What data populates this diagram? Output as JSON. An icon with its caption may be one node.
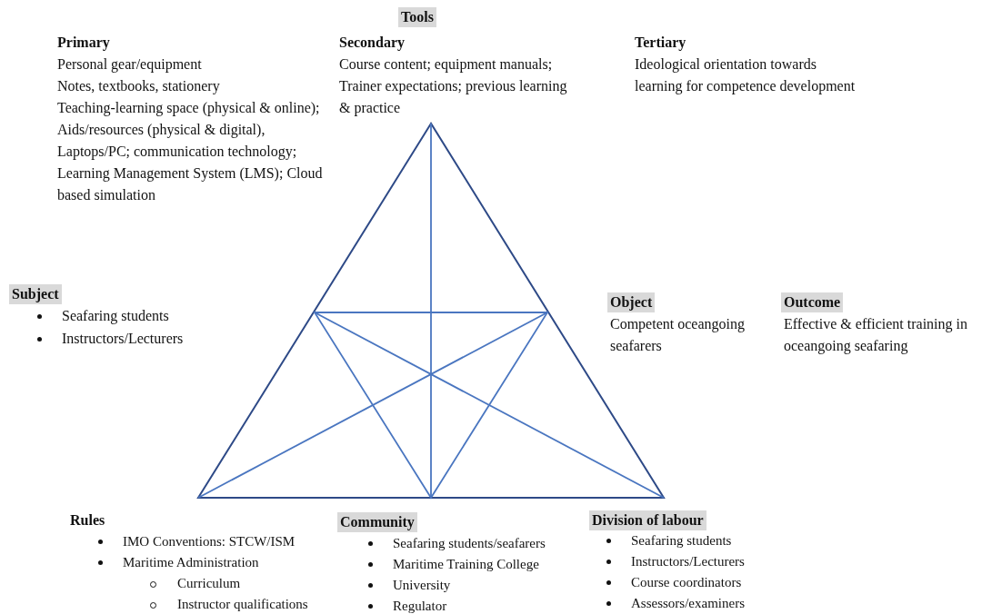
{
  "diagram": {
    "nodes": [
      {
        "text": [
          "Tools"
        ]
      },
      {
        "text": [
          "Subject"
        ],
        "beside": [
          "Seafaring students",
          "Instructors/Lecturers"
        ]
      },
      {
        "text": [
          "Object"
        ],
        "beside": [
          "Competent oceangoing seafarers"
        ]
      },
      {
        "text": [
          "Outcome"
        ],
        "beside": [
          "Effective & efficient training in oceangoing seafaring"
        ]
      },
      {
        "text": [
          "Rules"
        ],
        "beside": [
          "IMO Conventions: STCW/ISM",
          "Maritime Administration",
          "Curriculum",
          "Instructor qualifications"
        ]
      },
      {
        "text": [
          "Community"
        ],
        "beside": [
          "Seafaring students/seafarers",
          "Maritime Training College",
          "University",
          "Regulator"
        ]
      },
      {
        "text": [
          "Division of labour"
        ],
        "beside": [
          "Seafaring students",
          "Instructors/Lecturers",
          "Course coordinators",
          "Assessors/examiners"
        ]
      }
    ],
    "labels": [
      "Primary",
      "Personal gear/equipment",
      "Notes, textbooks, stationery",
      "Teaching-learning space (physical & online); Aids/resources (physical & digital), Laptops/PC; communication technology; Learning Management System (LMS); Cloud based simulation",
      "Secondary",
      "Course content; equipment manuals; Trainer expectations; previous learning & practice",
      "Tertiary",
      "Ideological orientation towards learning for competence development"
    ]
  }
}
